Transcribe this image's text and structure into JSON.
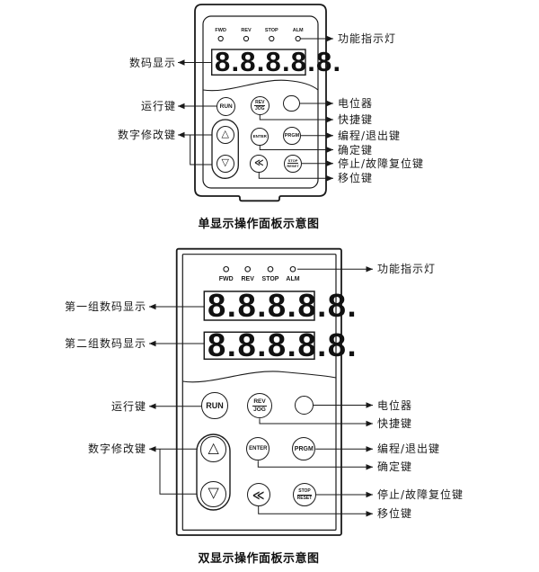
{
  "colors": {
    "ink": "#1a1a1a",
    "background": "#ffffff"
  },
  "leds": [
    "FWD",
    "REV",
    "STOP",
    "ALM"
  ],
  "buttons": {
    "run": "RUN",
    "rev": "REV",
    "jog": "JOG",
    "enter": "ENTER",
    "prgm": "PRGM",
    "stop": "STOP",
    "reset": "RESET",
    "up": "△",
    "down": "▽",
    "shift": "≪"
  },
  "panels": {
    "single": {
      "caption": "单显示操作面板示意图",
      "display": "8.8.8.8.8.",
      "left_labels": [
        "数码显示",
        "运行键",
        "数字修改键"
      ],
      "right_labels": [
        "功能指示灯",
        "电位器",
        "快捷键",
        "编程/退出键",
        "确定键",
        "停止/故障复位键",
        "移位键"
      ]
    },
    "dual": {
      "caption": "双显示操作面板示意图",
      "display_top": "8.8.8.8.8.",
      "display_bottom": "8.8.8.8.8.",
      "left_labels": [
        "第一组数码显示",
        "第二组数码显示",
        "运行键",
        "数字修改键"
      ],
      "right_labels": [
        "功能指示灯",
        "电位器",
        "快捷键",
        "编程/退出键",
        "确定键",
        "停止/故障复位键",
        "移位键"
      ]
    }
  }
}
